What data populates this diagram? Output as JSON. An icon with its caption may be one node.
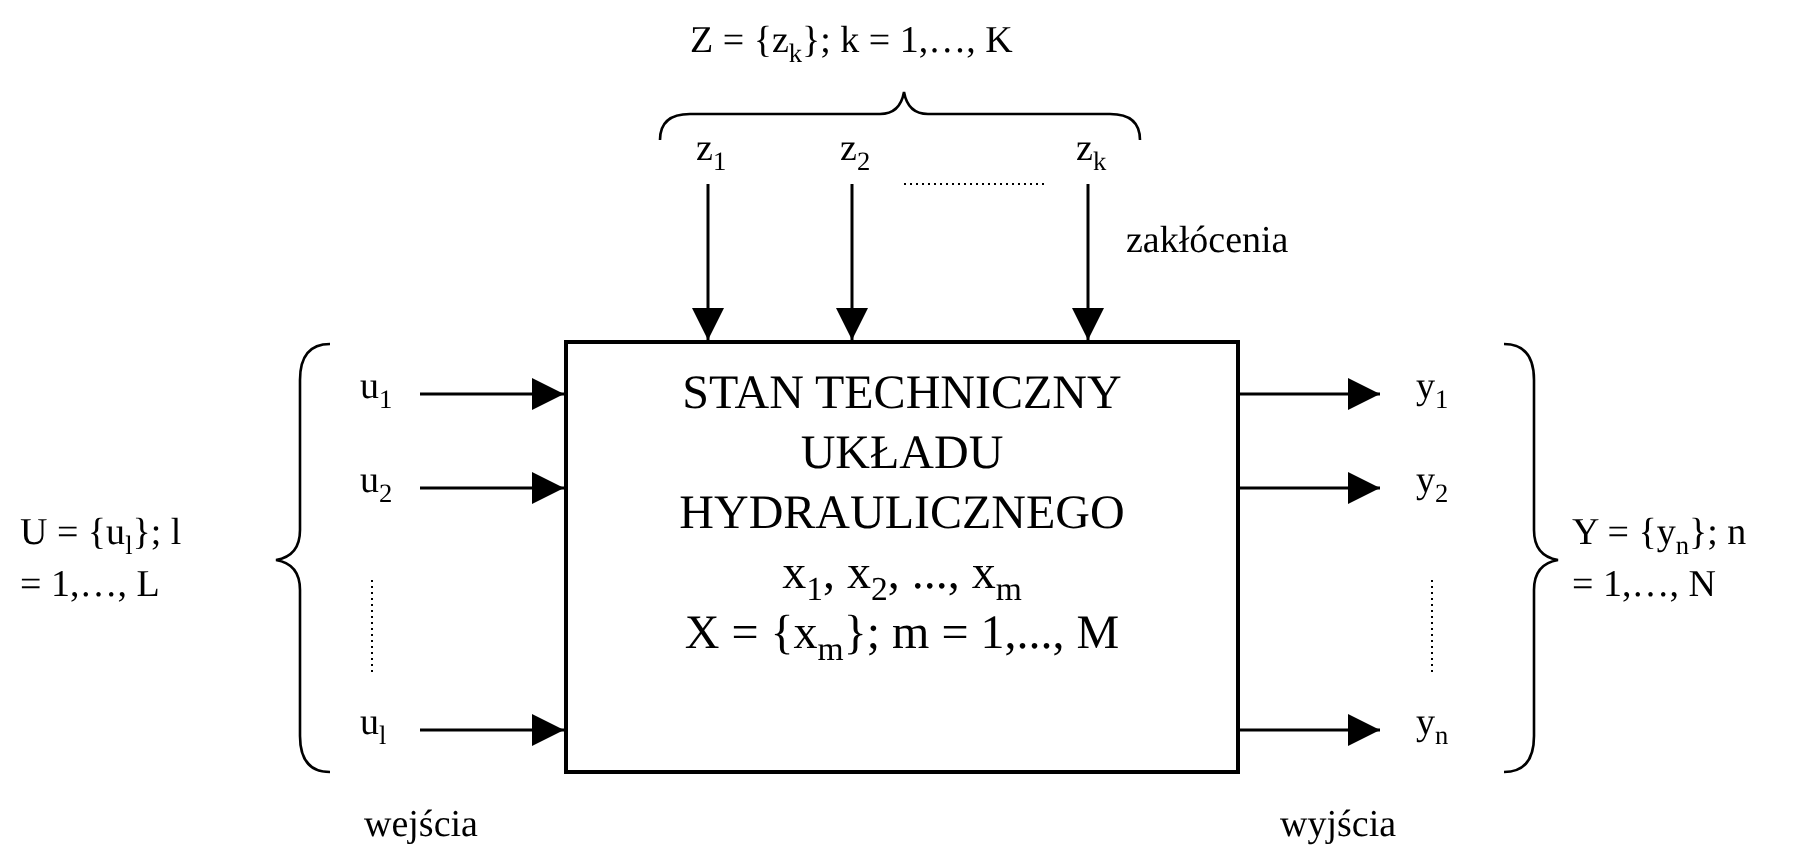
{
  "diagram": {
    "nodes": [
      {
        "text": [
          "STAN TECHNICZNY UKŁADU HYDRAULICZNEGO",
          "x$_{1}$, x$_{2}$, ..., x$_{m}$",
          "X = {x$_{m}$}; m = 1,..., M"
        ]
      },
      {
        "text": [
          "u$_{1}$"
        ]
      },
      {
        "text": [
          "u$_{2}$"
        ]
      },
      {
        "text": [
          "u$_{l}$"
        ]
      },
      {
        "text": [
          "z$_{1}$"
        ]
      },
      {
        "text": [
          "z$_{2}$"
        ]
      },
      {
        "text": [
          "z$_{k}$"
        ]
      },
      {
        "text": [
          "y$_{1}$"
        ]
      },
      {
        "text": [
          "y$_{2}$"
        ]
      },
      {
        "text": [
          "y$_{n}$"
        ]
      }
    ],
    "edges": [
      {
        "from": 1,
        "to": 0,
        "arrow": "to"
      },
      {
        "from": 2,
        "to": 0,
        "arrow": "to"
      },
      {
        "from": 3,
        "to": 0,
        "arrow": "to"
      },
      {
        "from": 4,
        "to": 0,
        "arrow": "to"
      },
      {
        "from": 5,
        "to": 0,
        "arrow": "to"
      },
      {
        "from": 6,
        "to": 0,
        "arrow": "to"
      },
      {
        "from": 0,
        "to": 7,
        "arrow": "to"
      },
      {
        "from": 0,
        "to": 8,
        "arrow": "to"
      },
      {
        "from": 0,
        "to": 9,
        "arrow": "to"
      }
    ],
    "labels": [
      "Z = {z$_{k}$}; k = 1,…, K",
      "zakłócenia",
      "U = {u$_{l}$}; l = 1,…, L",
      "Y = {y$_{n}$}; n = 1,…, N",
      "wejścia",
      "wyjścia"
    ]
  }
}
